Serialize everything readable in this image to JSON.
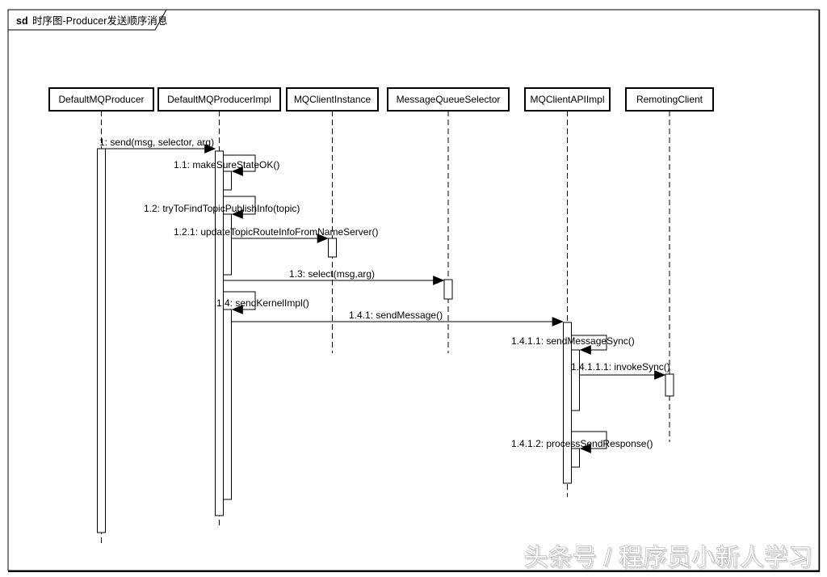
{
  "frame": {
    "keyword": "sd",
    "title": "时序图-Producer发送顺序消息"
  },
  "participants": [
    {
      "name": "DefaultMQProducer"
    },
    {
      "name": "DefaultMQProducerImpl"
    },
    {
      "name": "MQClientInstance"
    },
    {
      "name": "MessageQueueSelector"
    },
    {
      "name": "MQClientAPIImpl"
    },
    {
      "name": "RemotingClient"
    }
  ],
  "messages": [
    {
      "label": "1: send(msg, selector, arg)",
      "from": "DefaultMQProducer",
      "to": "DefaultMQProducerImpl",
      "kind": "synchronous-call"
    },
    {
      "label": "1.1: makeSureStateOK()",
      "from": "DefaultMQProducerImpl",
      "to": "DefaultMQProducerImpl",
      "kind": "self-call"
    },
    {
      "label": "1.2: tryToFindTopicPublishInfo(topic)",
      "from": "DefaultMQProducerImpl",
      "to": "DefaultMQProducerImpl",
      "kind": "self-call"
    },
    {
      "label": "1.2.1: updateTopicRouteInfoFromNameServer()",
      "from": "DefaultMQProducerImpl",
      "to": "MQClientInstance",
      "kind": "synchronous-call"
    },
    {
      "label": "1.3: select(msg,arg)",
      "from": "DefaultMQProducerImpl",
      "to": "MessageQueueSelector",
      "kind": "synchronous-call"
    },
    {
      "label": "1.4: sendKernelImpl()",
      "from": "DefaultMQProducerImpl",
      "to": "DefaultMQProducerImpl",
      "kind": "self-call"
    },
    {
      "label": "1.4.1: sendMessage()",
      "from": "DefaultMQProducerImpl",
      "to": "MQClientAPIImpl",
      "kind": "synchronous-call"
    },
    {
      "label": "1.4.1.1: sendMessageSync()",
      "from": "MQClientAPIImpl",
      "to": "MQClientAPIImpl",
      "kind": "self-call"
    },
    {
      "label": "1.4.1.1.1: invokeSync()",
      "from": "MQClientAPIImpl",
      "to": "RemotingClient",
      "kind": "synchronous-call"
    },
    {
      "label": "1.4.1.2: processSendResponse()",
      "from": "MQClientAPIImpl",
      "to": "MQClientAPIImpl",
      "kind": "self-call"
    }
  ],
  "watermark": {
    "text": "头条号 / 程序员小新人学习"
  },
  "colors": {
    "line": "#000000",
    "background": "#ffffff",
    "watermark_outline": "#9f9f9f"
  }
}
